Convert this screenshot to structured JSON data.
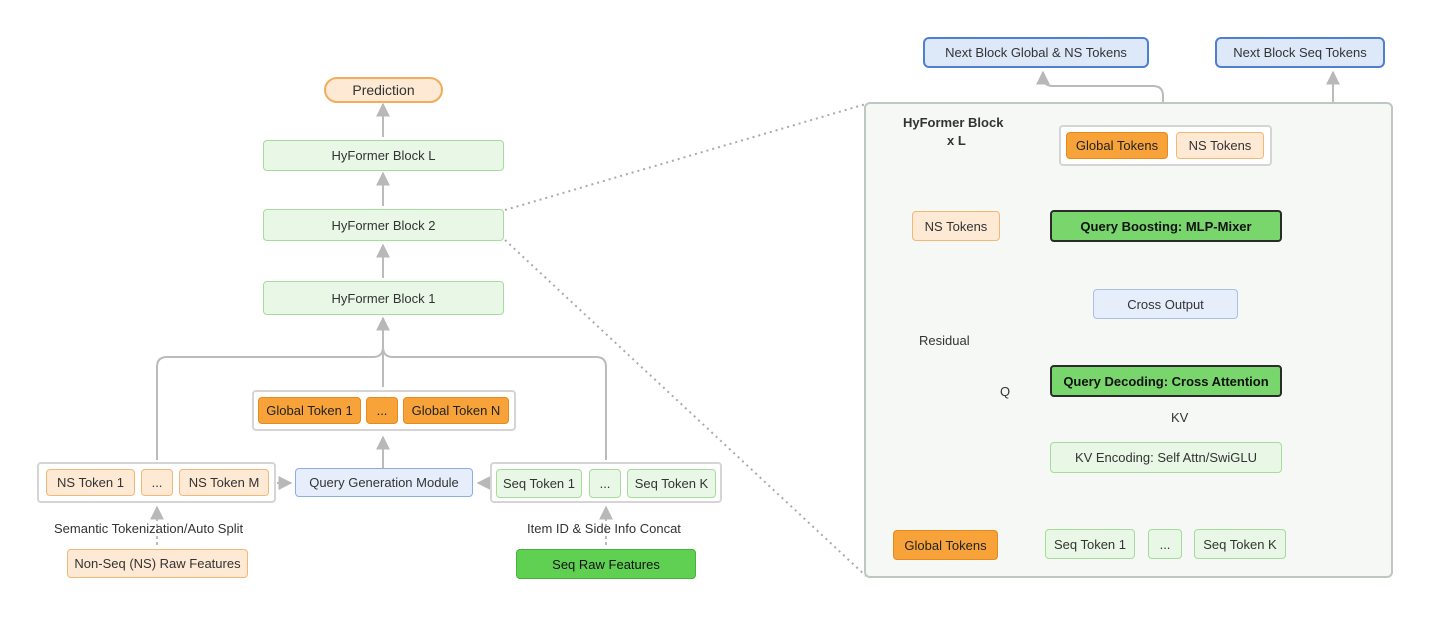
{
  "left": {
    "prediction": "Prediction",
    "block_l": "HyFormer Block L",
    "block_2": "HyFormer Block 2",
    "block_1": "HyFormer Block 1",
    "global_token_1": "Global Token 1",
    "global_ellipsis": "...",
    "global_token_n": "Global Token N",
    "ns_token_1": "NS Token 1",
    "ns_ellipsis": "...",
    "ns_token_m": "NS Token M",
    "query_generation": "Query Generation Module",
    "seq_token_1": "Seq Token 1",
    "seq_ellipsis": "...",
    "seq_token_k": "Seq Token K",
    "semantic_label": "Semantic Tokenization/Auto Split",
    "item_label": "Item ID & Side Info Concat",
    "ns_raw": "Non-Seq (NS) Raw Features",
    "seq_raw": "Seq Raw Features"
  },
  "right": {
    "next_global_ns": "Next Block Global & NS Tokens",
    "next_seq": "Next Block Seq Tokens",
    "block_title_1": "HyFormer Block",
    "block_title_2": "x L",
    "global_tokens_top": "Global Tokens",
    "ns_tokens_top": "NS Tokens",
    "ns_tokens_side": "NS Tokens",
    "query_boosting": "Query Boosting:  MLP-Mixer",
    "cross_output": "Cross Output",
    "residual": "Residual",
    "query_decoding": "Query Decoding: Cross Attention",
    "q_label": "Q",
    "kv_label": "KV",
    "kv_encoding": "KV Encoding: Self Attn/SwiGLU",
    "global_tokens_bottom": "Global Tokens",
    "seq_token_1": "Seq Token 1",
    "seq_ellipsis": "...",
    "seq_token_k": "Seq Token K"
  },
  "colors": {
    "light_green": "#e9f8e6",
    "green": "#5fd052",
    "light_orange": "#fde9d4",
    "orange": "#f8a33a",
    "light_blue": "#e6eefb",
    "blue_border": "#4f7fd1",
    "connector": "#bbbbbb"
  }
}
